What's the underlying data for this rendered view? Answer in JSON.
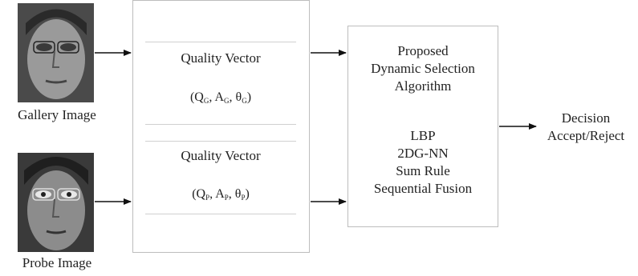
{
  "gallery": {
    "label": "Gallery Image"
  },
  "probe": {
    "label": "Probe Image"
  },
  "quality_top": {
    "title": "Quality Vector",
    "Q": "Q",
    "A": "A",
    "theta": "θ",
    "sub": "G",
    "open": "(",
    "close": ")",
    "sep": ", "
  },
  "quality_bottom": {
    "title": "Quality Vector",
    "Q": "Q",
    "A": "A",
    "theta": "θ",
    "sub": "P",
    "open": "(",
    "close": ")",
    "sep": ", "
  },
  "algorithm": {
    "heading_lines": [
      "Proposed",
      "Dynamic Selection",
      "Algorithm"
    ],
    "methods": [
      "LBP",
      "2DG-NN",
      "Sum Rule",
      "Sequential Fusion"
    ]
  },
  "decision": {
    "lines": [
      "Decision",
      "Accept/Reject"
    ]
  }
}
